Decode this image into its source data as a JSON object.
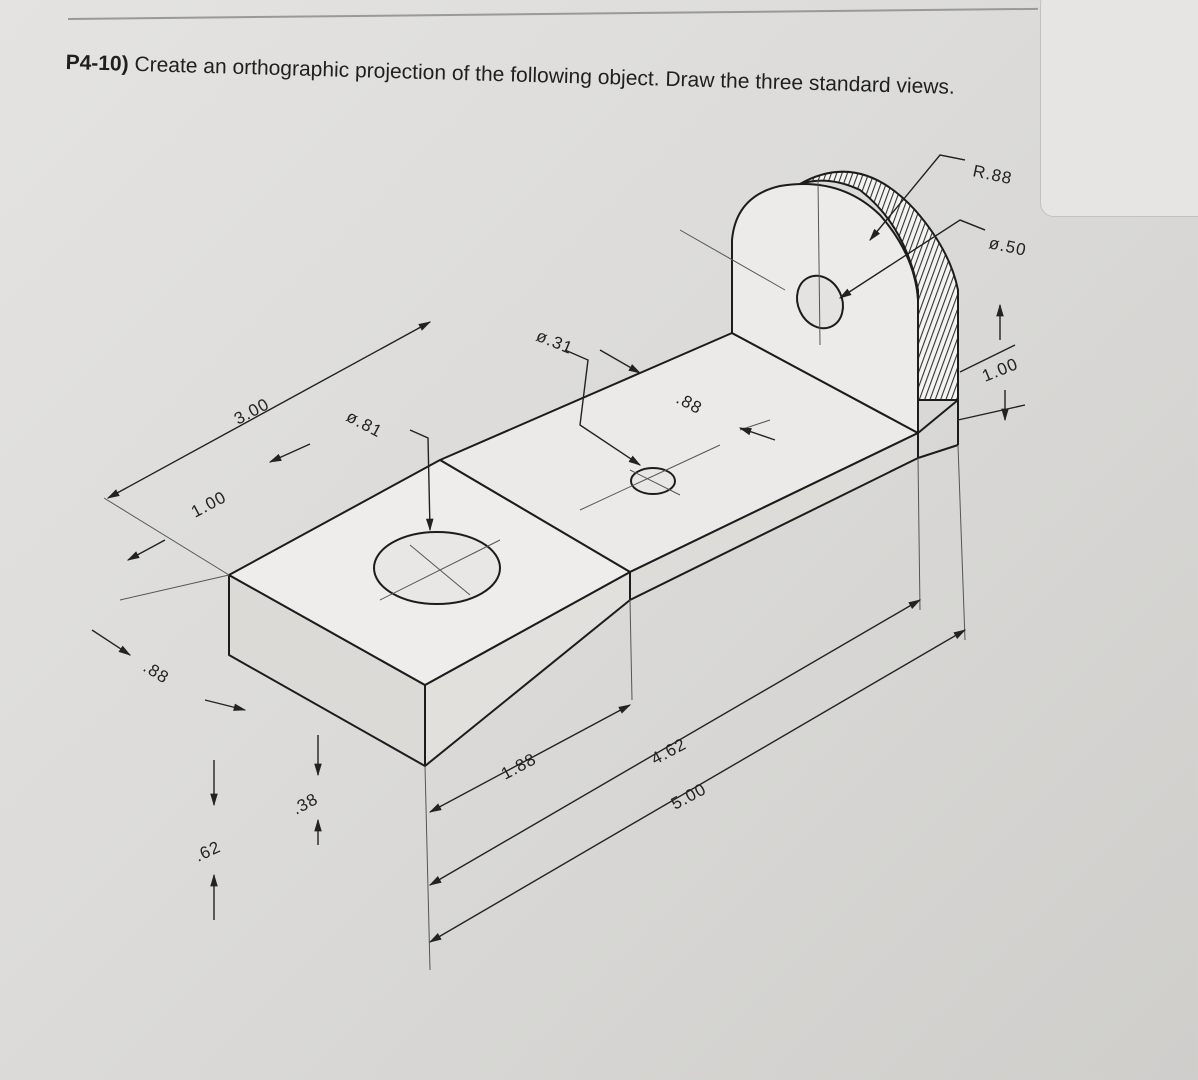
{
  "problem": {
    "number": "P4-10)",
    "text": "Create an orthographic projection of the following object. Draw the three standard views."
  },
  "dimensions": {
    "radius": "R.88",
    "hole_small": "ø.50",
    "height_upright": "1.00",
    "hole_slot": "ø.31",
    "slot_offset": ".88",
    "hole_block": "ø.81",
    "width_base": "3.00",
    "block_depth": "1.00",
    "block_offset": ".88",
    "block_height": ".62",
    "base_thickness": ".38",
    "block_length": "1.88",
    "inner_length": "4.62",
    "overall_length": "5.00"
  }
}
